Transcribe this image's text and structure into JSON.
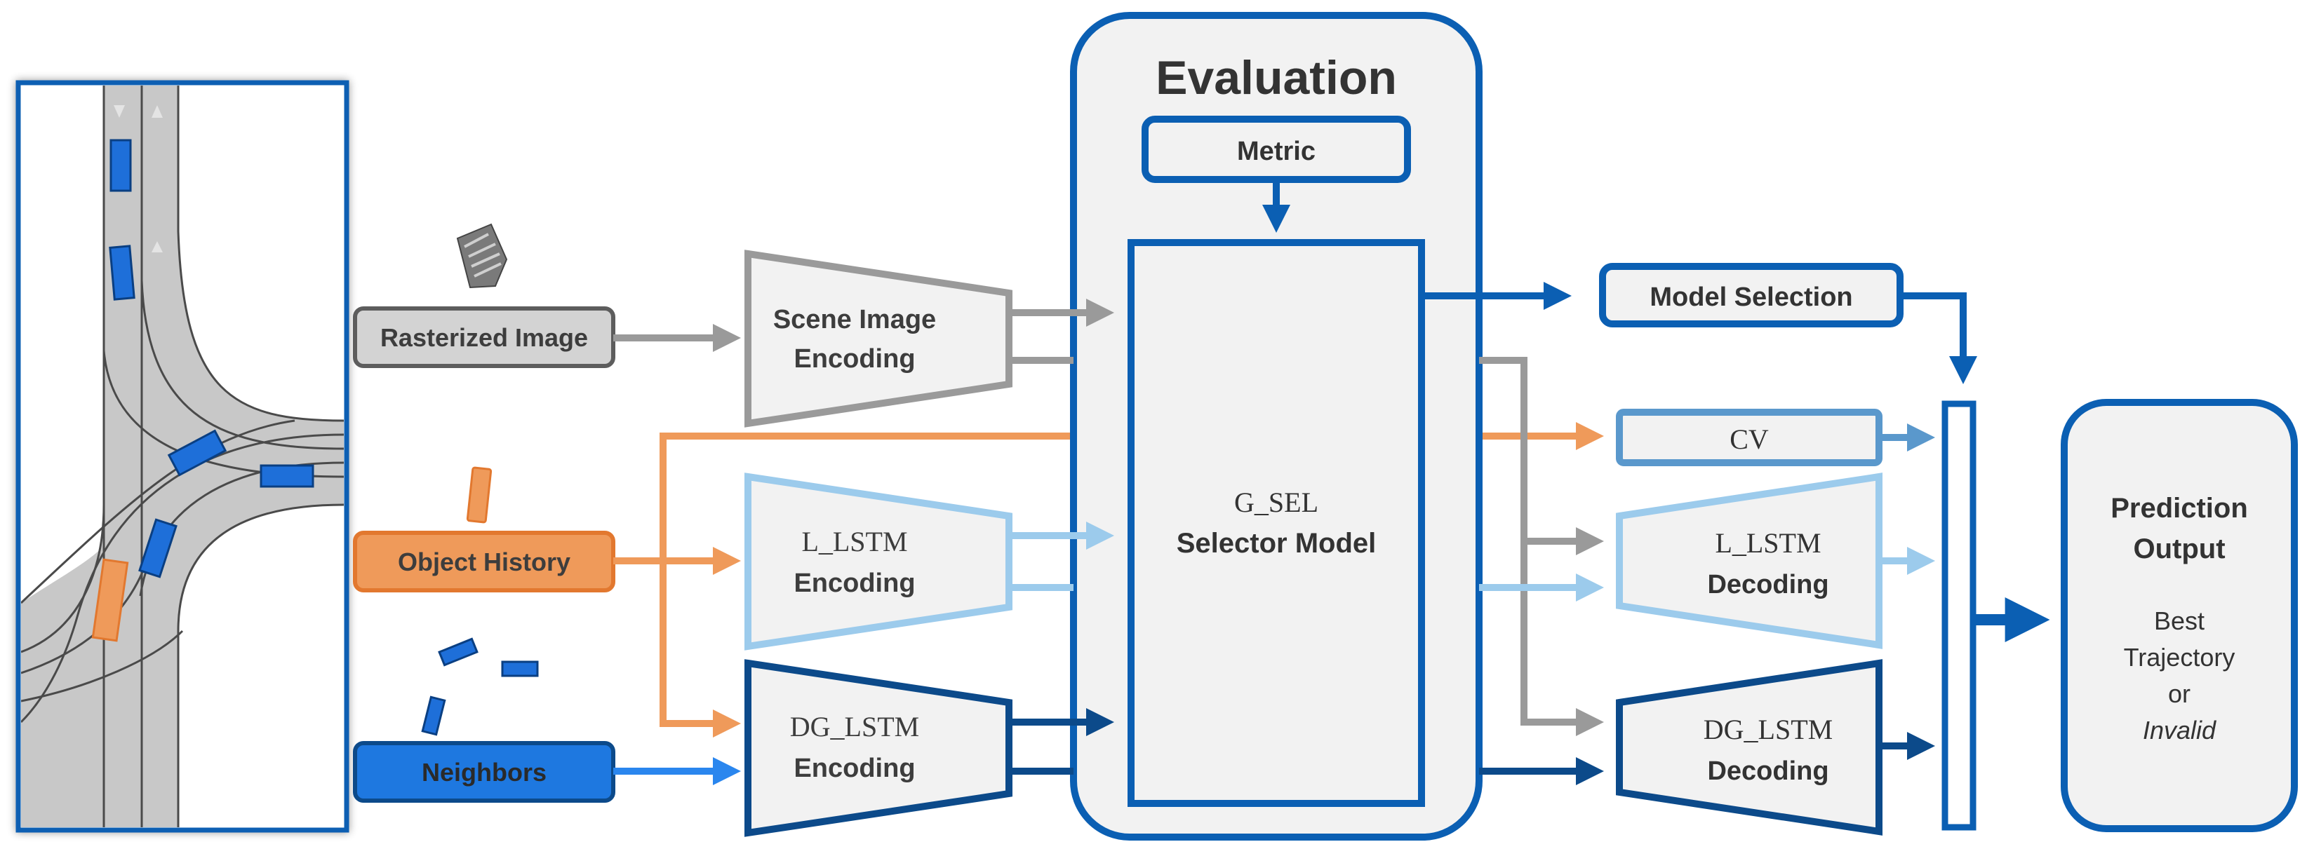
{
  "inputs": {
    "rasterized_image": "Rasterized Image",
    "object_history": "Object History",
    "neighbors": "Neighbors"
  },
  "encoders": {
    "scene": [
      "Scene Image",
      "Encoding"
    ],
    "l_lstm": [
      "L_LSTM",
      "Encoding"
    ],
    "dg_lstm": [
      "DG_LSTM",
      "Encoding"
    ]
  },
  "evaluation": {
    "title": "Evaluation",
    "metric": "Metric",
    "selector": [
      "G_SEL",
      "Selector Model"
    ]
  },
  "model_selection": "Model Selection",
  "decoders": {
    "cv": "CV",
    "l_lstm": [
      "L_LSTM",
      "Decoding"
    ],
    "dg_lstm": [
      "DG_LSTM",
      "Decoding"
    ]
  },
  "output": {
    "title": [
      "Prediction",
      "Output"
    ],
    "lines": [
      "Best",
      "Trajectory",
      "or",
      "Invalid"
    ]
  },
  "colors": {
    "dark_blue": "#0b5fb3",
    "navy": "#0c4a8a",
    "light_blue": "#9ccbec",
    "steel_blue": "#5a98cc",
    "orange": "#ef9a5a",
    "orange_stroke": "#e2782f",
    "gray": "#9a9a9a",
    "box_fill": "#f2f2f2",
    "neighbor_blue": "#1e78e0"
  }
}
